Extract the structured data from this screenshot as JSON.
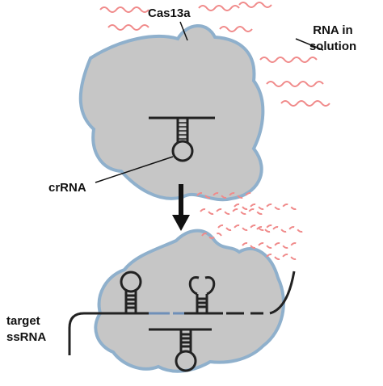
{
  "labels": {
    "cas13a": "Cas13a",
    "rna_line1": "RNA in",
    "rna_line2": "solution",
    "crrna": "crRNA",
    "target_line1": "target",
    "target_line2": "ssRNA"
  },
  "colors": {
    "protein_fill": "#c6c6c6",
    "protein_outline": "#8fb0cc",
    "rna_in_solution": "#f08a8a",
    "cleavage_site": "#6e8fb8",
    "strand": "#222222"
  }
}
